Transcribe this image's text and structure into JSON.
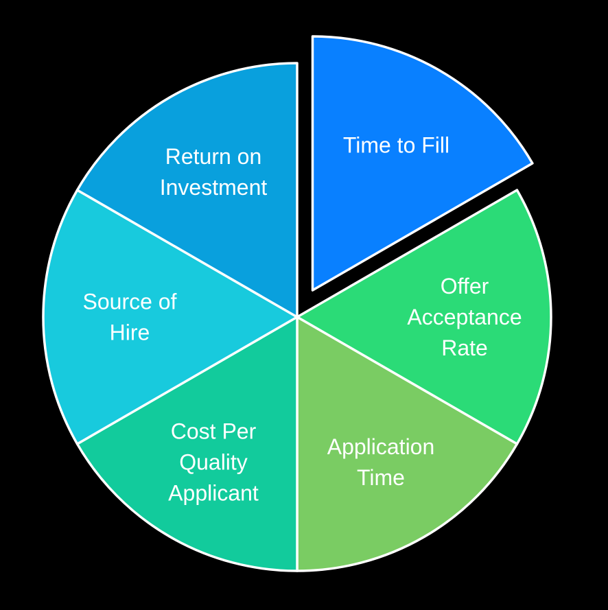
{
  "background_color": "#000000",
  "chart_data": {
    "type": "pie",
    "title": "",
    "legend": "none",
    "start_angle_deg": 0,
    "clockwise": true,
    "slice_border_color": "#FFFFFF",
    "data_label_color": "#FFFFFF",
    "categories": [
      "Time to Fill",
      "Offer Acceptance Rate",
      "Application Time",
      "Cost Per Quality Applicant",
      "Source of Hire",
      "Return on Investment"
    ],
    "values": [
      1,
      1,
      1,
      1,
      1,
      1
    ],
    "segments": [
      {
        "label": "Time to Fill",
        "label_lines": [
          "Time to Fill"
        ],
        "value": 1,
        "share_pct": 16.7,
        "color": "#0980FF",
        "exploded": true
      },
      {
        "label": "Offer Acceptance Rate",
        "label_lines": [
          "Offer",
          "Acceptance",
          "Rate"
        ],
        "value": 1,
        "share_pct": 16.7,
        "color": "#2BDB77",
        "exploded": false
      },
      {
        "label": "Application Time",
        "label_lines": [
          "Application",
          "Time"
        ],
        "value": 1,
        "share_pct": 16.7,
        "color": "#7ACC63",
        "exploded": false
      },
      {
        "label": "Cost Per Quality Applicant",
        "label_lines": [
          "Cost Per",
          "Quality",
          "Applicant"
        ],
        "value": 1,
        "share_pct": 16.7,
        "color": "#12CB9C",
        "exploded": false
      },
      {
        "label": "Source of Hire",
        "label_lines": [
          "Source of",
          "Hire"
        ],
        "value": 1,
        "share_pct": 16.7,
        "color": "#18CADD",
        "exploded": false
      },
      {
        "label": "Return on Investment",
        "label_lines": [
          "Return on",
          "Investment"
        ],
        "value": 1,
        "share_pct": 16.7,
        "color": "#09A0DD",
        "exploded": false
      }
    ]
  }
}
